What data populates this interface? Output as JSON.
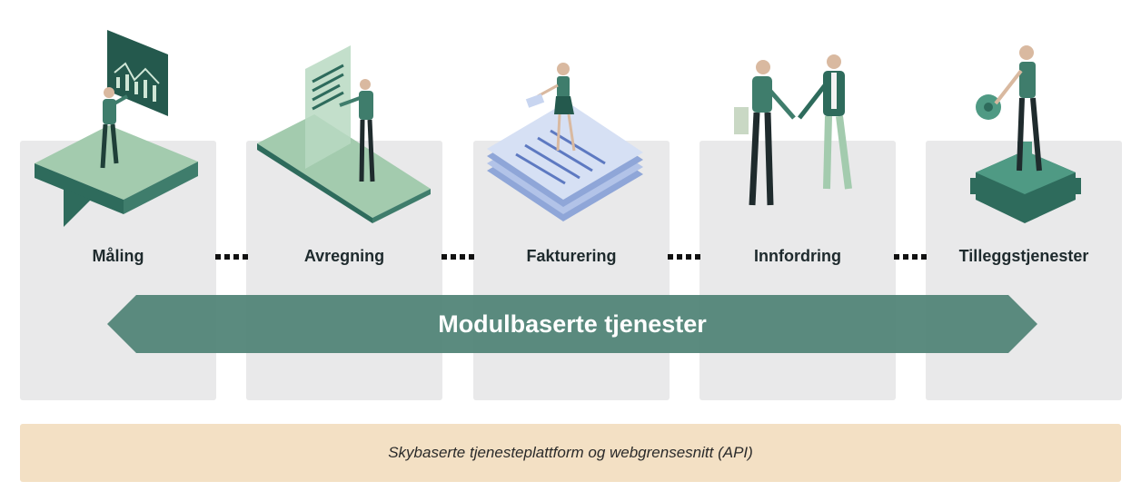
{
  "diagram": {
    "modules": [
      {
        "label": "Måling",
        "icon": "measurement-icon"
      },
      {
        "label": "Avregning",
        "icon": "settlement-icon"
      },
      {
        "label": "Fakturering",
        "icon": "invoicing-icon"
      },
      {
        "label": "Innfordring",
        "icon": "collection-icon"
      },
      {
        "label": "Tilleggstjenester",
        "icon": "additional-services-icon"
      }
    ],
    "banner_label": "Modulbaserte tjenester",
    "platform_label": "Skybaserte tjenesteplattform og webgrensesnitt (API)"
  },
  "colors": {
    "panel": "#e9e9ea",
    "banner": "#4f8275",
    "accent_light": "#a3cbae",
    "accent_dark": "#2e6b5c",
    "platform": "#f3e0c4"
  }
}
